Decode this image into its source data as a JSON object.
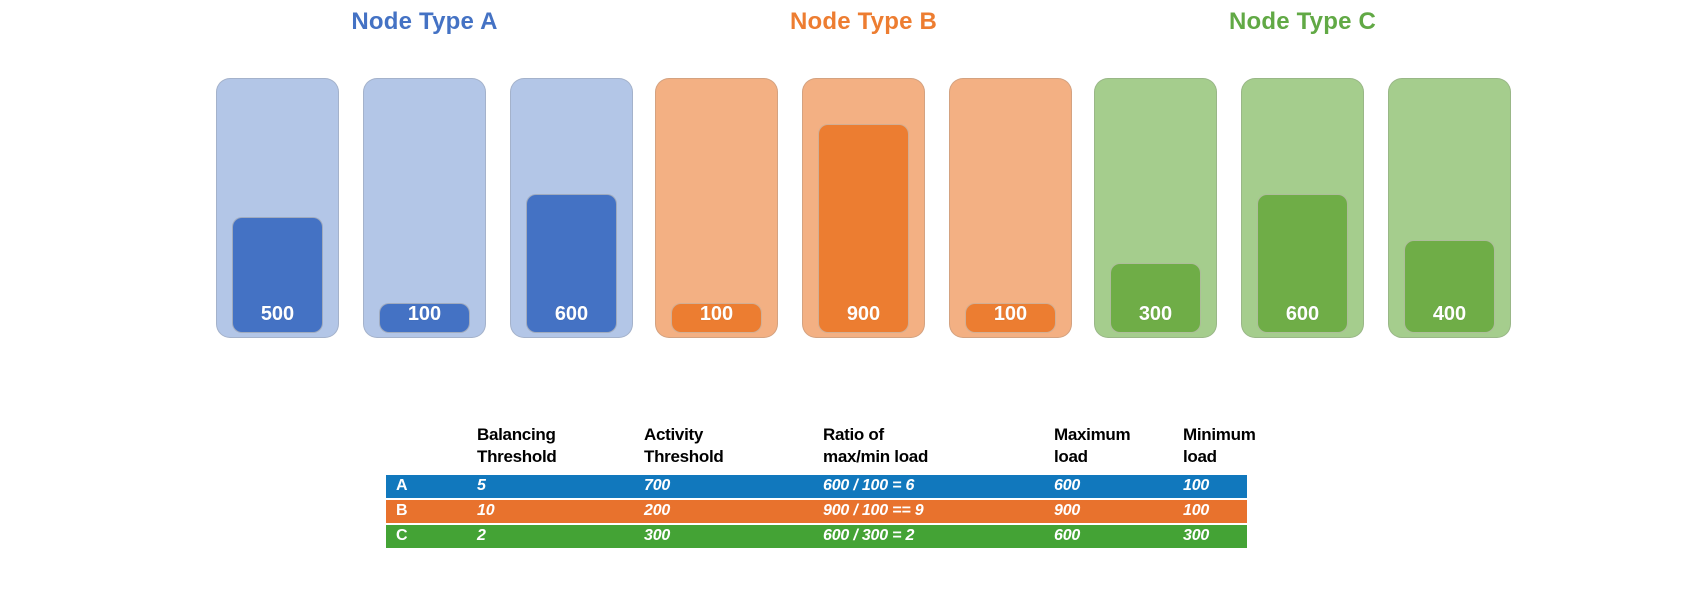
{
  "diagram": {
    "groups": [
      {
        "title": "Node Type A",
        "title_color": "#4472c4",
        "container_color": "#b3c6e7",
        "bar_color": "#4472c4",
        "nodes": [
          {
            "load": "500"
          },
          {
            "load": "100"
          },
          {
            "load": "600"
          }
        ]
      },
      {
        "title": "Node Type B",
        "title_color": "#ed7d31",
        "container_color": "#f3b083",
        "bar_color": "#ec7d31",
        "nodes": [
          {
            "load": "100"
          },
          {
            "load": "900"
          },
          {
            "load": "100"
          }
        ]
      },
      {
        "title": "Node Type C",
        "title_color": "#61a945",
        "container_color": "#a5cd8d",
        "bar_color": "#6fad47",
        "nodes": [
          {
            "load": "300"
          },
          {
            "load": "600"
          },
          {
            "load": "400"
          }
        ]
      }
    ]
  },
  "table": {
    "headers": [
      {
        "line1": "Balancing",
        "line2": "Threshold"
      },
      {
        "line1": "Activity",
        "line2": "Threshold"
      },
      {
        "line1": "Ratio of",
        "line2": "max/min load"
      },
      {
        "line1": "Maximum",
        "line2": "load"
      },
      {
        "line1": "Minimum",
        "line2": "load"
      }
    ],
    "rows": [
      {
        "label": "A",
        "color": "#1178bd",
        "values": [
          "5",
          "700",
          "600 / 100 = 6",
          "600",
          "100"
        ]
      },
      {
        "label": "B",
        "color": "#e8722d",
        "values": [
          "10",
          "200",
          "900 / 100 == 9",
          "900",
          "100"
        ]
      },
      {
        "label": "C",
        "color": "#44a335",
        "values": [
          "2",
          "300",
          "600 / 300 = 2",
          "600",
          "300"
        ]
      }
    ]
  }
}
